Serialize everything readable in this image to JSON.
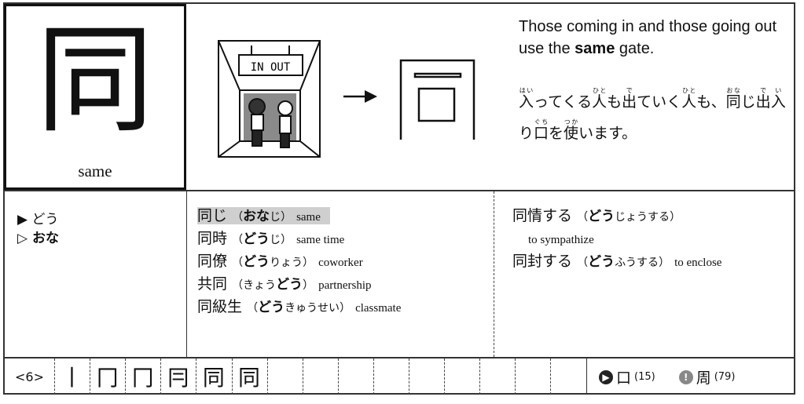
{
  "kanji": {
    "character": "同",
    "meaning": "same"
  },
  "illustration": {
    "sign_text": "IN OUT"
  },
  "story": {
    "english_before": "Those coming in and those going out use the ",
    "english_bold": "same",
    "english_after": " gate.",
    "japanese": [
      {
        "base": "入",
        "ruby": "はい"
      },
      {
        "text": "ってくる"
      },
      {
        "base": "人",
        "ruby": "ひと"
      },
      {
        "text": "も"
      },
      {
        "base": "出",
        "ruby": "で"
      },
      {
        "text": "ていく"
      },
      {
        "base": "人",
        "ruby": "ひと"
      },
      {
        "text": "も、"
      },
      {
        "base": "同",
        "ruby": "おな"
      },
      {
        "text": "じ"
      },
      {
        "base": "出",
        "ruby": "で"
      },
      {
        "base": "入",
        "ruby": "い"
      },
      {
        "text": "り"
      },
      {
        "base": "口",
        "ruby": "ぐち"
      },
      {
        "text": "を"
      },
      {
        "base": "使",
        "ruby": "つか"
      },
      {
        "text": "います。"
      }
    ]
  },
  "readings": [
    {
      "marker": "▶",
      "text": "どう"
    },
    {
      "marker": "▷",
      "text": "おな"
    }
  ],
  "vocab_left": [
    {
      "word": "同じ",
      "reading_bold": "おな",
      "reading_rest": "じ",
      "reading_after": "",
      "meaning": "same",
      "highlight": true
    },
    {
      "word": "同時",
      "reading_bold": "どう",
      "reading_rest": "じ",
      "reading_after": "",
      "meaning": "same time"
    },
    {
      "word": "同僚",
      "reading_bold": "どう",
      "reading_rest": "りょう",
      "reading_after": "",
      "meaning": "coworker"
    },
    {
      "word": "共同",
      "reading_pre": "きょう",
      "reading_bold": "どう",
      "reading_rest": "",
      "meaning": "partnership"
    },
    {
      "word": "同級生",
      "reading_bold": "どう",
      "reading_rest": "きゅうせい",
      "meaning": "classmate"
    }
  ],
  "vocab_right": [
    {
      "word": "同情する",
      "reading_bold": "どう",
      "reading_rest": "じょうする",
      "meaning": "to sympathize"
    },
    {
      "word": "同封する",
      "reading_bold": "どう",
      "reading_rest": "ふうする",
      "meaning": "to enclose"
    }
  ],
  "stroke_order": {
    "count_label": "<6>",
    "strokes": [
      "丨",
      "冂",
      "冂",
      "冃",
      "同",
      "同"
    ]
  },
  "cross_refs": [
    {
      "icon": "play-circle-icon",
      "symbol": "",
      "kanji": "口",
      "number": "(15)",
      "color": "#222222"
    },
    {
      "icon": "exclamation-circle-icon",
      "symbol": "!",
      "kanji": "周",
      "number": "(79)",
      "color": "#888888"
    }
  ]
}
